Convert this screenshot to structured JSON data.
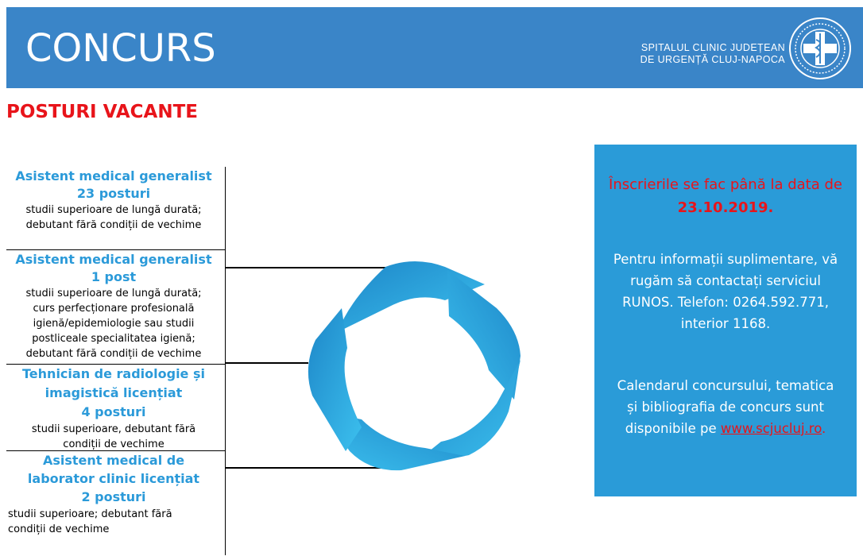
{
  "header": {
    "title": "CONCURS",
    "hospital_line1": "SPITALUL CLINIC JUDEȚEAN",
    "hospital_line2": "DE URGENȚĂ CLUJ-NAPOCA"
  },
  "section_title": "POSTURI VACANTE",
  "posts": [
    {
      "title_lines": [
        "Asistent medical generalist",
        "23 posturi"
      ],
      "details": [
        "studii superioare de lungă durată;",
        "debutant fără condiții de vechime"
      ]
    },
    {
      "title_lines": [
        "Asistent medical generalist",
        "1 post"
      ],
      "details": [
        "studii superioare de lungă durată;",
        "curs perfecționare profesională",
        "igienă/epidemiologie sau studii",
        "postliceale specialitatea igienă;",
        "debutant fără condiții de vechime"
      ]
    },
    {
      "title_lines": [
        "Tehnician de radiologie și",
        "imagistică licențiat",
        "4 posturi"
      ],
      "details": [
        "studii superioare, debutant fără",
        "condiții de vechime"
      ]
    },
    {
      "title_lines": [
        "Asistent medical de",
        "laborator clinic licențiat",
        "2 posturi"
      ],
      "details": [
        "studii superioare; debutant fără",
        "condiții de vechime"
      ]
    }
  ],
  "info": {
    "registration_prefix": "Înscrierile se fac până la data de",
    "registration_date": "23.10.2019",
    "registration_suffix": ".",
    "contact_text": "Pentru informații suplimentare, vă rugăm să contactați serviciul RUNOS. Telefon: 0264.592.771, interior 1168.",
    "calendar_text": "Calendarul concursului, tematica și bibliografia de concurs sunt disponibile pe",
    "website": "www.scjucluj.ro",
    "website_suffix": "."
  },
  "colors": {
    "header_bg": "#3a85c8",
    "accent_red": "#e8141a",
    "post_title_blue": "#2b9ad9",
    "infobox_bg": "#2a9bd8"
  }
}
